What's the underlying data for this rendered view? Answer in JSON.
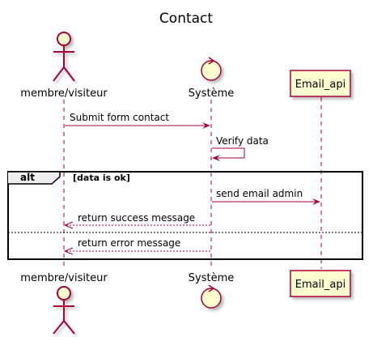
{
  "diagram": {
    "title": "Contact",
    "participants": [
      {
        "id": "membre",
        "label": "membre/visiteur",
        "kind": "actor"
      },
      {
        "id": "systeme",
        "label": "Système",
        "kind": "control"
      },
      {
        "id": "email",
        "label": "Email_api",
        "kind": "participant"
      }
    ],
    "messages": [
      {
        "label": "Submit form contact"
      },
      {
        "label": "Verify data"
      },
      {
        "label": "send email admin"
      },
      {
        "label": "return success message"
      },
      {
        "label": "return error message"
      }
    ],
    "fragment": {
      "keyword": "alt",
      "guard": "[data is ok]"
    },
    "colors": {
      "line": "#A80036",
      "participant_fill": "#FEFECE",
      "frame": "#000000"
    }
  }
}
